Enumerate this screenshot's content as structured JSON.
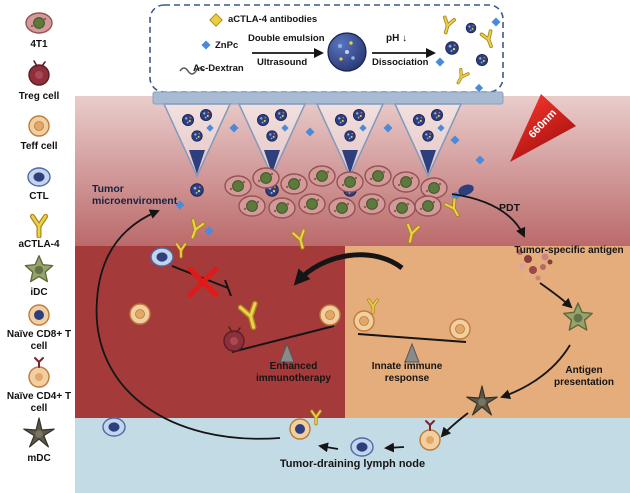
{
  "figure": {
    "legend": {
      "items": [
        {
          "label": "4T1",
          "icon": "tumor-cell-icon"
        },
        {
          "label": "Treg cell",
          "icon": "treg-cell-icon"
        },
        {
          "label": "Teff cell",
          "icon": "teff-cell-icon"
        },
        {
          "label": "CTL",
          "icon": "ctl-cell-icon"
        },
        {
          "label": "aCTLA-4",
          "icon": "antibody-icon"
        },
        {
          "label": "iDC",
          "icon": "idc-cell-icon"
        },
        {
          "label": "Naïve CD8+ T cell",
          "icon": "naive-cd8-cell-icon"
        },
        {
          "label": "Naïve CD4+ T cell",
          "icon": "naive-cd4-cell-icon"
        },
        {
          "label": "mDC",
          "icon": "mdc-cell-icon"
        }
      ]
    },
    "synthesis": {
      "antibodies": "aCTLA-4 antibodies",
      "znpc": "ZnPc",
      "double_emulsion": "Double emulsion",
      "ultrasound": "Ultrasound",
      "ac_dextran": "Ac-Dextran",
      "ph": "pH ↓",
      "dissociation": "Dissociation"
    },
    "laser": "660nm",
    "labels": {
      "tumor_microenvironment": "Tumor microenviroment",
      "pdt": "PDT",
      "tumor_specific_antigen": "Tumor-specific antigen",
      "enhanced_immunotherapy": "Enhanced immunotherapy",
      "innate_immune_response": "Innate immune response",
      "antigen_presentation": "Antigen presentation",
      "lymph_node": "Tumor-draining lymph node"
    },
    "colors": {
      "laser": "#cc1414",
      "tumor_band_top": "#e9cdcb",
      "tumor_band_bottom": "#bb6a6a",
      "enhanced_region": "#a53a3a",
      "innate_region": "#e5ad7c",
      "lymph_region": "#c2dbe4",
      "antibody_yellow": "#e9cf3e",
      "nanoparticle_navy": "#2e3f7e"
    }
  }
}
